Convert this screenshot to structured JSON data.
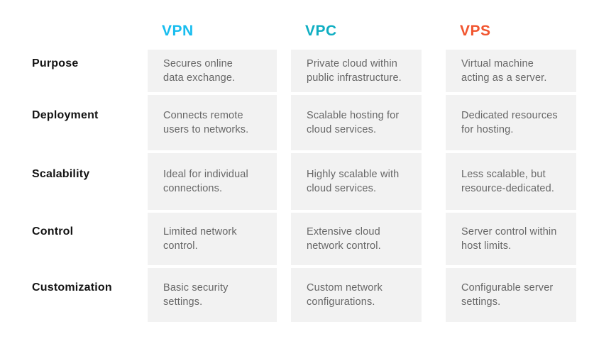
{
  "theme": {
    "background": "#ffffff",
    "cell_bg": "#f2f2f2",
    "cell_text_color": "#676767",
    "label_color": "#131313"
  },
  "table": {
    "columns": [
      {
        "key": "vpn",
        "label": "VPN",
        "color": "#18BDEF"
      },
      {
        "key": "vpc",
        "label": "VPC",
        "color": "#0FAEC2"
      },
      {
        "key": "vps",
        "label": "VPS",
        "color": "#F1552F"
      }
    ],
    "rows": [
      {
        "label": "Purpose",
        "cells": [
          "Secures online\ndata exchange.",
          "Private cloud within\npublic infrastructure.",
          "Virtual machine\nacting as a server."
        ]
      },
      {
        "label": "Deployment",
        "cells": [
          "Connects remote\nusers to networks.",
          "Scalable hosting for\ncloud services.",
          "Dedicated resources\nfor hosting."
        ]
      },
      {
        "label": "Scalability",
        "cells": [
          "Ideal for individual\nconnections.",
          "Highly scalable with\ncloud services.",
          "Less scalable, but\nresource-dedicated."
        ]
      },
      {
        "label": "Control",
        "cells": [
          "Limited network\ncontrol.",
          "Extensive cloud\nnetwork control.",
          "Server control within\nhost limits."
        ]
      },
      {
        "label": "Customization",
        "cells": [
          "Basic security\nsettings.",
          "Custom network\nconfigurations.",
          "Configurable server\nsettings."
        ]
      }
    ]
  }
}
